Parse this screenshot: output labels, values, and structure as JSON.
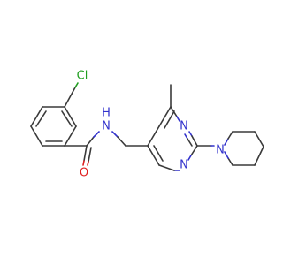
{
  "colors": {
    "carbon_bond": "#3a3a3a",
    "nitrogen": "#3232cc",
    "oxygen": "#e02020",
    "chlorine": "#1f9e1f",
    "background": "#ffffff"
  },
  "atoms": {
    "chlorine": "Cl",
    "amide_nitrogen": "N",
    "amide_hydrogen": "H",
    "carbonyl_oxygen": "O",
    "pyrimidine_n1": "N",
    "pyrimidine_n3": "N",
    "piperidine_nitrogen": "N"
  }
}
